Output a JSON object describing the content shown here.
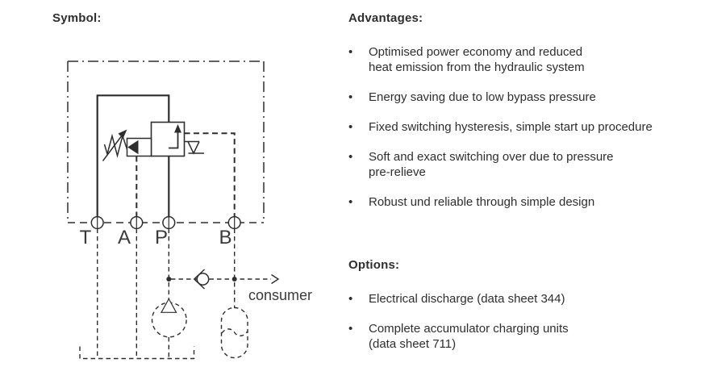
{
  "colors": {
    "ink": "#2e2e2e",
    "label": "#3a3a3a"
  },
  "bullet": "•",
  "symbol_section": {
    "heading": "Symbol:"
  },
  "diagram": {
    "ports": [
      "T",
      "A",
      "P",
      "B"
    ],
    "consumer_label": "consumer"
  },
  "advantages": {
    "heading": "Advantages:",
    "items": [
      {
        "lines": [
          "Optimised power economy and reduced",
          "heat emission from the hydraulic system"
        ]
      },
      {
        "lines": [
          "Energy saving due to low bypass pressure"
        ]
      },
      {
        "lines": [
          "Fixed switching hysteresis, simple start up procedure"
        ]
      },
      {
        "lines": [
          "Soft and exact switching over due to pressure",
          "pre-relieve"
        ]
      },
      {
        "lines": [
          "Robust und reliable through simple design"
        ]
      }
    ]
  },
  "options": {
    "heading": "Options:",
    "items": [
      {
        "lines": [
          "Electrical discharge (data sheet 344)"
        ]
      },
      {
        "lines": [
          "Complete accumulator charging units",
          "(data sheet 711)"
        ]
      }
    ]
  }
}
